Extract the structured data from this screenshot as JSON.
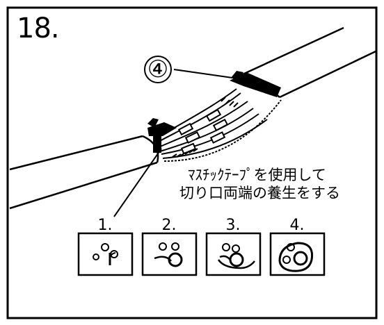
{
  "step_number": "18.",
  "callout": "④",
  "note_line_1": "ﾏｽﾁｯｸﾃｰﾌﾟを使用して",
  "note_line_2": "切り口両端の養生をする",
  "steps": [
    {
      "label": "1."
    },
    {
      "label": "2."
    },
    {
      "label": "3."
    },
    {
      "label": "4."
    }
  ]
}
